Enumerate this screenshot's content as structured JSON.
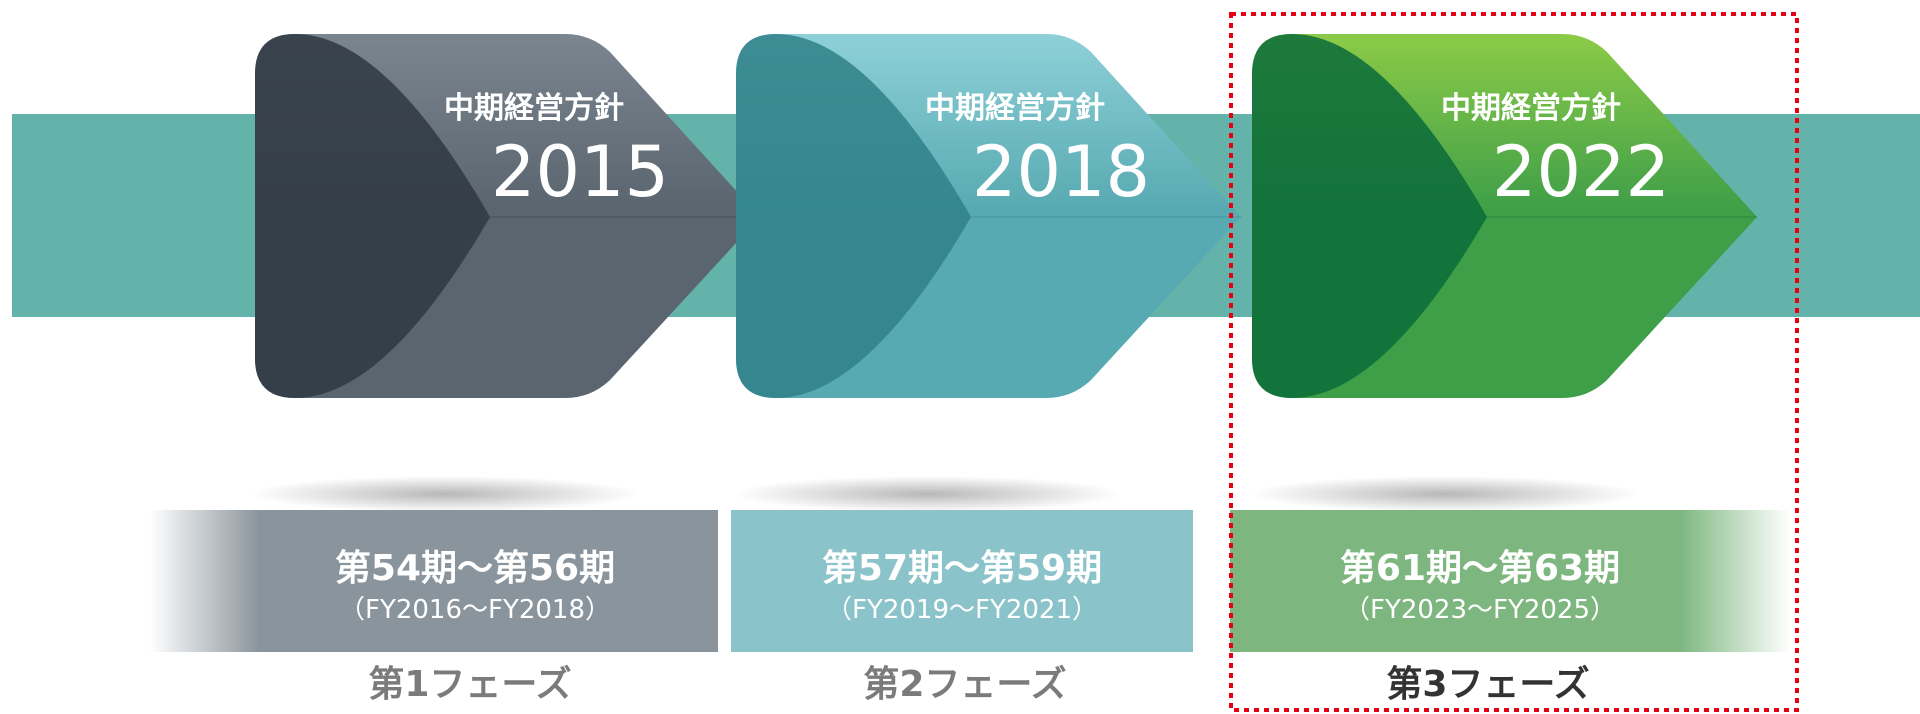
{
  "plans": [
    {
      "label": "中期経営方針",
      "year": "2015",
      "periods": "第54期～第56期",
      "fiscal_years": "（FY2016～FY2018）",
      "phase": "第1フェーズ",
      "colors": {
        "main": "#5a6570",
        "dark": "#2f3842",
        "light": "#7a858f",
        "band": "#8a949c",
        "fold": "#3d4650",
        "phase_text": "#7b7b7b"
      }
    },
    {
      "label": "中期経営方針",
      "year": "2018",
      "periods": "第57期～第59期",
      "fiscal_years": "（FY2019～FY2021）",
      "phase": "第2フェーズ",
      "colors": {
        "main": "#58aab2",
        "dark": "#2f8088",
        "light": "#8ed0d8",
        "band": "#8ac3c9",
        "fold": "#3a8e96",
        "phase_text": "#7b7b7b"
      }
    },
    {
      "label": "中期経営方針",
      "year": "2022",
      "periods": "第61期～第63期",
      "fiscal_years": "（FY2023～FY2025）",
      "phase": "第3フェーズ",
      "colors": {
        "main": "#3f9f48",
        "dark": "#0a6b3a",
        "light": "#8ccb47",
        "band": "#7db77f",
        "fold": "#1f7d3e",
        "phase_text": "#333333"
      }
    }
  ],
  "colors": {
    "timeline_band": "#63b3ab",
    "highlight_border": "#e60012"
  }
}
